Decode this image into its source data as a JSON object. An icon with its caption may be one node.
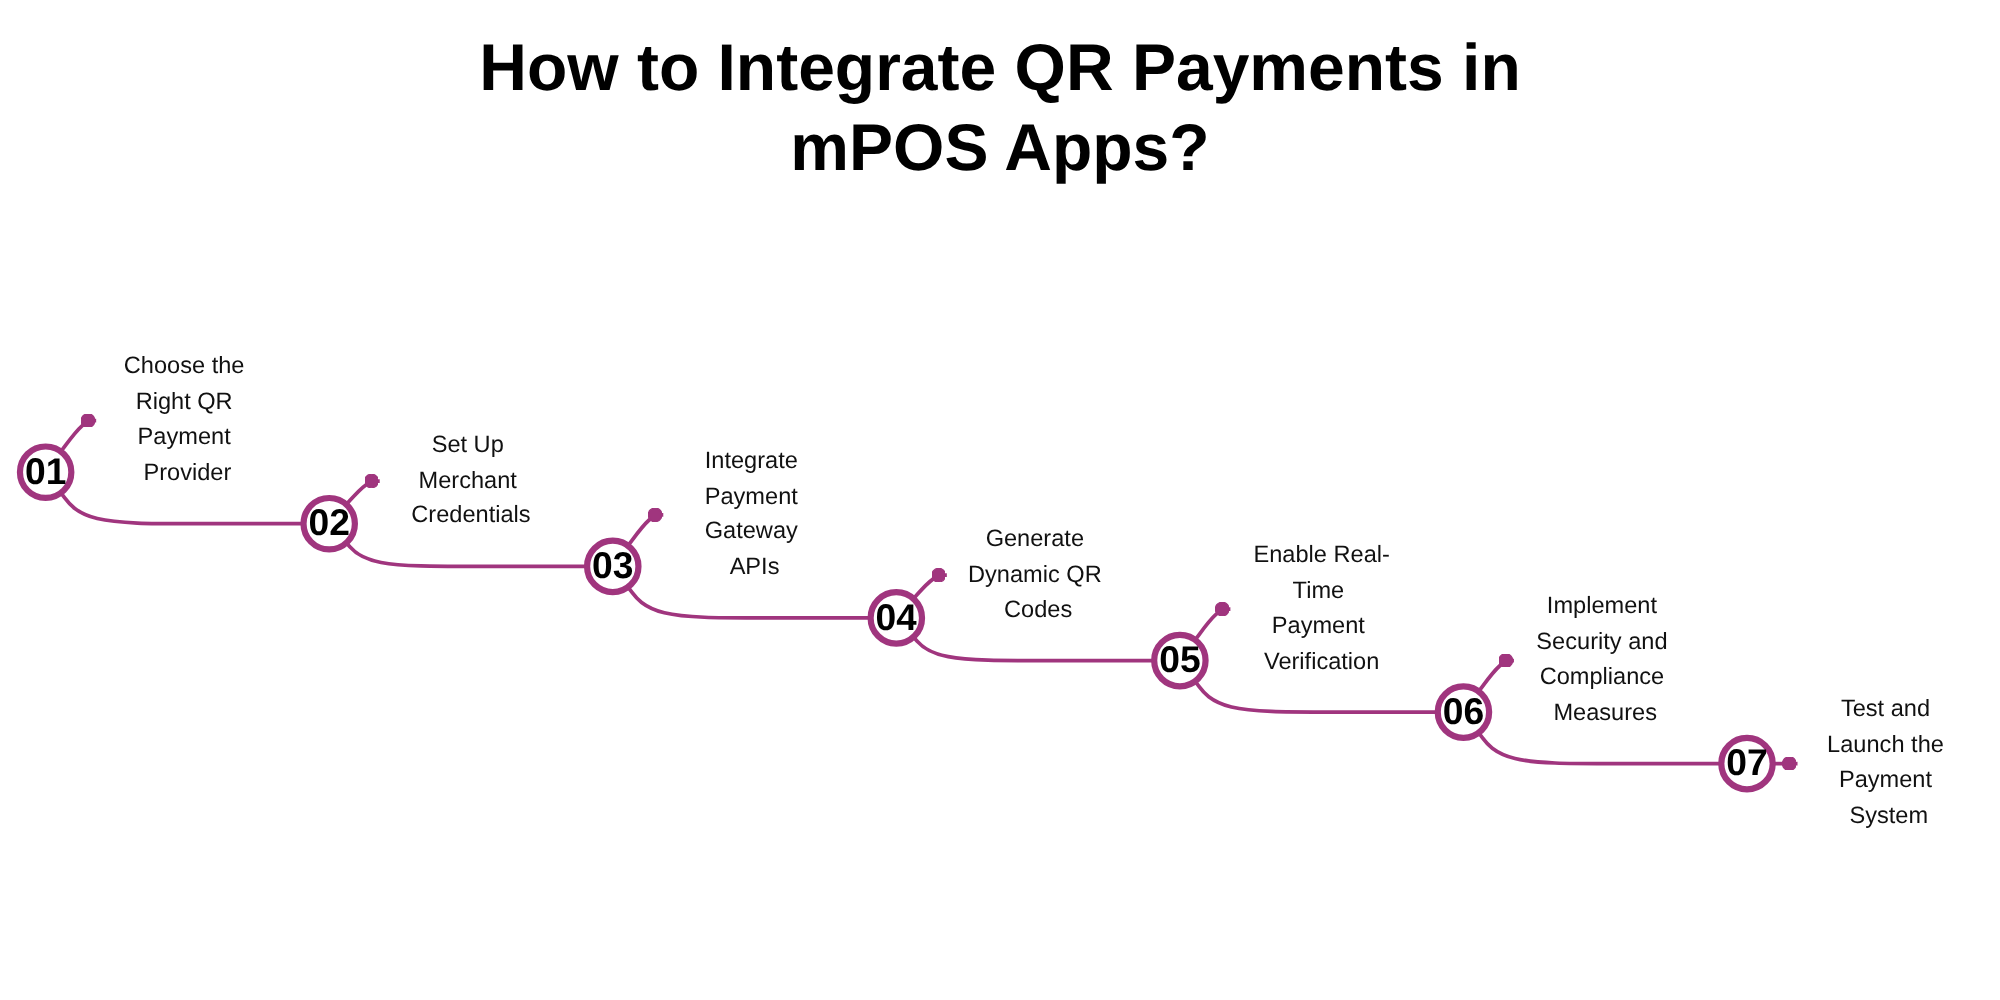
{
  "diagram": {
    "title": "How to Integrate QR Payments in mPOS Apps?",
    "nodes": [
      {
        "text": [
          "01"
        ]
      },
      {
        "text": [
          "Choose the Right QR Payment Provider"
        ]
      },
      {
        "text": [
          "02"
        ]
      },
      {
        "text": [
          "Set Up Merchant Credentials"
        ]
      },
      {
        "text": [
          "03"
        ]
      },
      {
        "text": [
          "Integrate Payment Gateway APIs"
        ]
      },
      {
        "text": [
          "04"
        ]
      },
      {
        "text": [
          "Generate Dynamic QR Codes"
        ]
      },
      {
        "text": [
          "05"
        ]
      },
      {
        "text": [
          "Enable Real-Time Payment Verification"
        ]
      },
      {
        "text": [
          "06"
        ]
      },
      {
        "text": [
          "Implement Security and Compliance Measures"
        ]
      },
      {
        "text": [
          "07"
        ]
      },
      {
        "text": [
          "Test and Launch the Payment System"
        ]
      }
    ],
    "edges": [
      {
        "from": 0,
        "to": 1,
        "arrow": "other"
      },
      {
        "from": 0,
        "to": 2,
        "arrow": "none"
      },
      {
        "from": 2,
        "to": 3,
        "arrow": "other"
      },
      {
        "from": 2,
        "to": 4,
        "arrow": "none"
      },
      {
        "from": 4,
        "to": 5,
        "arrow": "other"
      },
      {
        "from": 4,
        "to": 6,
        "arrow": "none"
      },
      {
        "from": 6,
        "to": 7,
        "arrow": "other"
      },
      {
        "from": 6,
        "to": 8,
        "arrow": "none"
      },
      {
        "from": 8,
        "to": 9,
        "arrow": "other"
      },
      {
        "from": 8,
        "to": 10,
        "arrow": "none"
      },
      {
        "from": 10,
        "to": 11,
        "arrow": "other"
      },
      {
        "from": 10,
        "to": 12,
        "arrow": "none"
      },
      {
        "from": 12,
        "to": 13,
        "arrow": "other"
      }
    ]
  }
}
